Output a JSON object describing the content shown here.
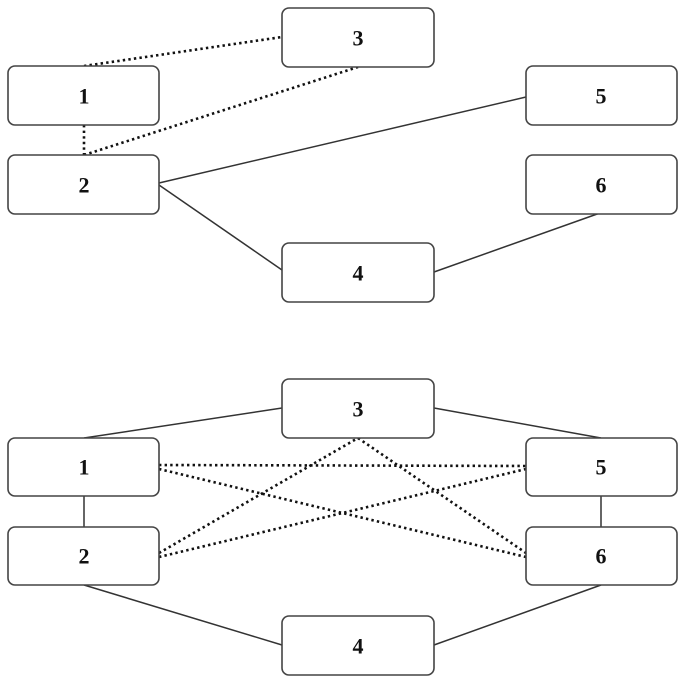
{
  "diagrams": [
    {
      "id": "top",
      "nodes": [
        {
          "id": "n1",
          "label": "1"
        },
        {
          "id": "n2",
          "label": "2"
        },
        {
          "id": "n3",
          "label": "3"
        },
        {
          "id": "n4",
          "label": "4"
        },
        {
          "id": "n5",
          "label": "5"
        },
        {
          "id": "n6",
          "label": "6"
        }
      ],
      "edges": [
        {
          "from": "1",
          "to": "3",
          "style": "dotted"
        },
        {
          "from": "1",
          "to": "2",
          "style": "dotted"
        },
        {
          "from": "2",
          "to": "3",
          "style": "dotted"
        },
        {
          "from": "2",
          "to": "5",
          "style": "solid"
        },
        {
          "from": "2",
          "to": "4",
          "style": "solid"
        },
        {
          "from": "4",
          "to": "6",
          "style": "solid"
        }
      ]
    },
    {
      "id": "bottom",
      "nodes": [
        {
          "id": "n1",
          "label": "1"
        },
        {
          "id": "n2",
          "label": "2"
        },
        {
          "id": "n3",
          "label": "3"
        },
        {
          "id": "n4",
          "label": "4"
        },
        {
          "id": "n5",
          "label": "5"
        },
        {
          "id": "n6",
          "label": "6"
        }
      ],
      "edges": [
        {
          "from": "1",
          "to": "3",
          "style": "solid"
        },
        {
          "from": "3",
          "to": "5",
          "style": "solid"
        },
        {
          "from": "1",
          "to": "2",
          "style": "solid"
        },
        {
          "from": "5",
          "to": "6",
          "style": "solid"
        },
        {
          "from": "2",
          "to": "4",
          "style": "solid"
        },
        {
          "from": "4",
          "to": "6",
          "style": "solid"
        },
        {
          "from": "1",
          "to": "5",
          "style": "dotted"
        },
        {
          "from": "1",
          "to": "6",
          "style": "dotted"
        },
        {
          "from": "2",
          "to": "5",
          "style": "dotted"
        },
        {
          "from": "2",
          "to": "3",
          "style": "dotted"
        },
        {
          "from": "3",
          "to": "6",
          "style": "dotted"
        }
      ]
    }
  ]
}
